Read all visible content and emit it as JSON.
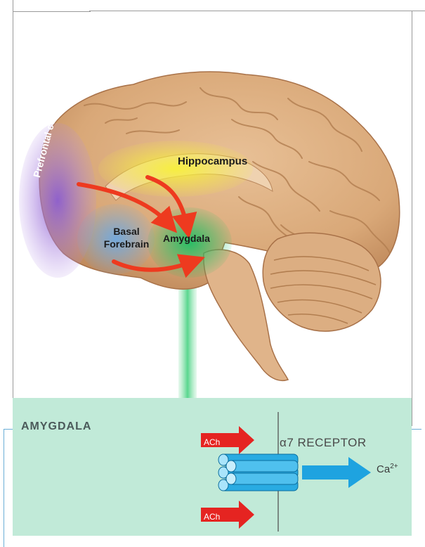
{
  "brain": {
    "regions": {
      "hippocampus": "Hippocampus",
      "basal_forebrain_line1": "Basal",
      "basal_forebrain_line2": "Forebrain",
      "amygdala": "Amygdala",
      "prefrontal_cortex": "Prefrontal cortex"
    },
    "region_colors": {
      "hippocampus": "#f4ee3a",
      "basal_forebrain": "#7fb7e6",
      "amygdala": "#2fbf6e",
      "prefrontal_cortex": "#9b6bd6",
      "arrows": "#ee3a1f"
    }
  },
  "panel": {
    "title": "AMYGDALA",
    "receptor_label": "α7 RECEPTOR",
    "ach_top": "ACh",
    "ach_bottom": "ACh",
    "ion": "Ca",
    "ion_charge": "2+",
    "colors": {
      "background": "#c1ead8",
      "ach_arrow": "#e52421",
      "channel": "#29abe2",
      "flow_arrow": "#1ea3e0"
    }
  }
}
